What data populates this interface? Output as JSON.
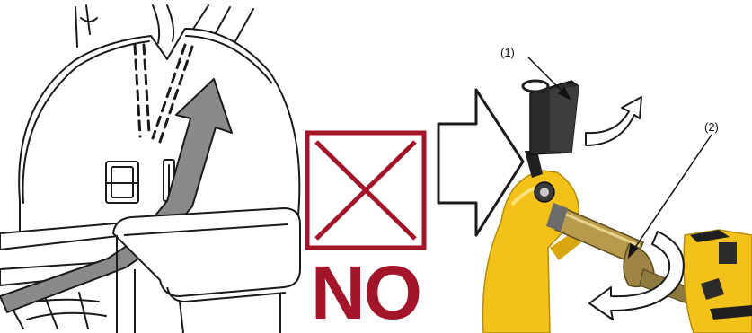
{
  "callouts": [
    {
      "label": "(1)"
    },
    {
      "label": "(2)"
    }
  ],
  "prohibition": {
    "text": "NO",
    "color": "#a3162a"
  },
  "colors": {
    "machine_yellow": "#f2c21a",
    "machine_dark": "#2b2b2b",
    "arrow_gray": "#8a8a8a"
  },
  "icons": {
    "prohibited_mark": "x-in-square",
    "transition_arrow": "outline-arrow-right",
    "rotation_arrows": "curved-arrows"
  }
}
